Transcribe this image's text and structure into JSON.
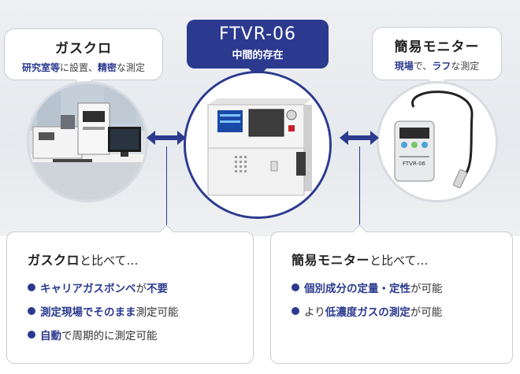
{
  "left_bubble": {
    "title": "ガスクロ",
    "sub_parts": [
      {
        "text": "研究室等",
        "hl": true
      },
      {
        "text": "に設置、",
        "hl": false
      },
      {
        "text": "精密",
        "hl": true
      },
      {
        "text": "な測定",
        "hl": false
      }
    ]
  },
  "center_tag": {
    "title": "FTVR-06",
    "sub": "中間的存在"
  },
  "right_bubble": {
    "title": "簡易モニター",
    "sub_parts": [
      {
        "text": "現場",
        "hl": true
      },
      {
        "text": "で、",
        "hl": false
      },
      {
        "text": "ラフ",
        "hl": true
      },
      {
        "text": "な測定",
        "hl": false
      }
    ]
  },
  "device_label": "FTVR-06",
  "left_card": {
    "heading_bold": "ガスクロ",
    "heading_rest": "と比べて…",
    "items": [
      [
        {
          "t": "キャリアガスボンベ",
          "b": true
        },
        {
          "t": "が",
          "b": false
        },
        {
          "t": "不要",
          "b": true
        }
      ],
      [
        {
          "t": "測定現場でそのまま",
          "b": true
        },
        {
          "t": "測定可能",
          "b": false
        }
      ],
      [
        {
          "t": "自動",
          "b": true
        },
        {
          "t": "で周期的に測定可能",
          "b": false
        }
      ]
    ]
  },
  "right_card": {
    "heading_bold": "簡易モニター",
    "heading_rest": "と比べて…",
    "items": [
      [
        {
          "t": "個別成分の定量・定性",
          "b": true
        },
        {
          "t": "が可能",
          "b": false
        }
      ],
      [
        {
          "t": "より",
          "b": false
        },
        {
          "t": "低濃度ガスの測定",
          "b": true
        },
        {
          "t": "が可能",
          "b": false
        }
      ]
    ]
  },
  "colors": {
    "navy": "#2b3a8f",
    "border": "#c9ccd2",
    "bg": "#e8ebee"
  }
}
